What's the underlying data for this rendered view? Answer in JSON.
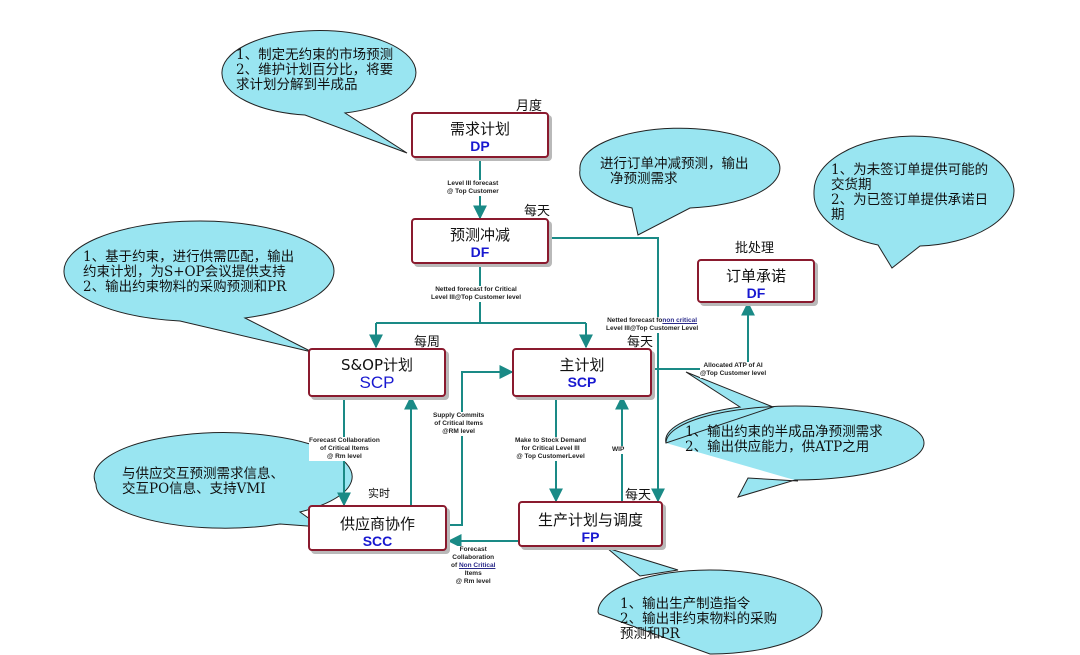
{
  "boxes": {
    "demand": {
      "title": "需求计划",
      "code": "DP"
    },
    "consume": {
      "title": "预测冲减",
      "code": "DF"
    },
    "promise": {
      "title": "订单承诺",
      "code": "DF"
    },
    "sop": {
      "title": "S&OP计划",
      "code": "SCP"
    },
    "master": {
      "title": "主计划",
      "code": "SCP"
    },
    "supplier": {
      "title": "供应商协作",
      "code": "SCC"
    },
    "production": {
      "title": "生产计划与调度",
      "code": "FP"
    }
  },
  "frequencies": {
    "monthly": "月度",
    "daily_consume": "每天",
    "batch": "批处理",
    "weekly": "每周",
    "daily_master": "每天",
    "realtime": "实时",
    "daily_production": "每天"
  },
  "callouts": {
    "demand": [
      "1、制定无约束的市场预测",
      "2、维护计划百分比，将要",
      "求计划分解到半成品"
    ],
    "consume": [
      "进行订单冲减预测，输出",
      "净预测需求"
    ],
    "promise": [
      "1、为未签订单提供可能的",
      "交货期",
      "2、为已签订单提供承诺日",
      "期"
    ],
    "sop": [
      "1、基于约束，进行供需匹配，输出",
      "约束计划，为S+OP会议提供支持",
      "2、输出约束物料的采购预测和PR"
    ],
    "master": [
      "1、输出约束的半成品净预测需求",
      "2、输出供应能力，供ATP之用"
    ],
    "supplier": [
      "与供应交互预测需求信息、",
      "交互PO信息、支持VMI"
    ],
    "production": [
      "1、输出生产制造指令",
      "2、输出非约束物料的采购",
      "预测和PR"
    ]
  },
  "connectors": {
    "dp_df": [
      "Level III forecast",
      "@ Top Customer"
    ],
    "df_split": [
      "Netted forecast for Critical",
      "Level III@Top Customer level"
    ],
    "noncritical": {
      "prefix": "Netted forecast fo",
      "underlined": "non critical",
      "line2": "Level III@Top Customer Level"
    },
    "atp": [
      "Allocated ATP of AI",
      "@Top Customer level"
    ],
    "sop_scc": [
      "Forecast Collaboration",
      "of Critical Items",
      "@ Rm level"
    ],
    "supply_commits": [
      "Supply Commits",
      "of Critical Items",
      "@RM level"
    ],
    "mts": [
      "Make to Stock Demand",
      "for Critical  Level III",
      "@ Top CustomerLevel"
    ],
    "wip": "WIP",
    "fp_scc": {
      "line1": "Forecast",
      "line2": "Collaboration",
      "line3_prefix": "of ",
      "line3_underlined": "Non Critical",
      "line4": "Items",
      "line5": "@ Rm level"
    }
  },
  "colors": {
    "box_border": "#8a1a2e",
    "code_text": "#1818d0",
    "arrow": "#1a8a86",
    "callout_fill": "#99e5f1"
  }
}
